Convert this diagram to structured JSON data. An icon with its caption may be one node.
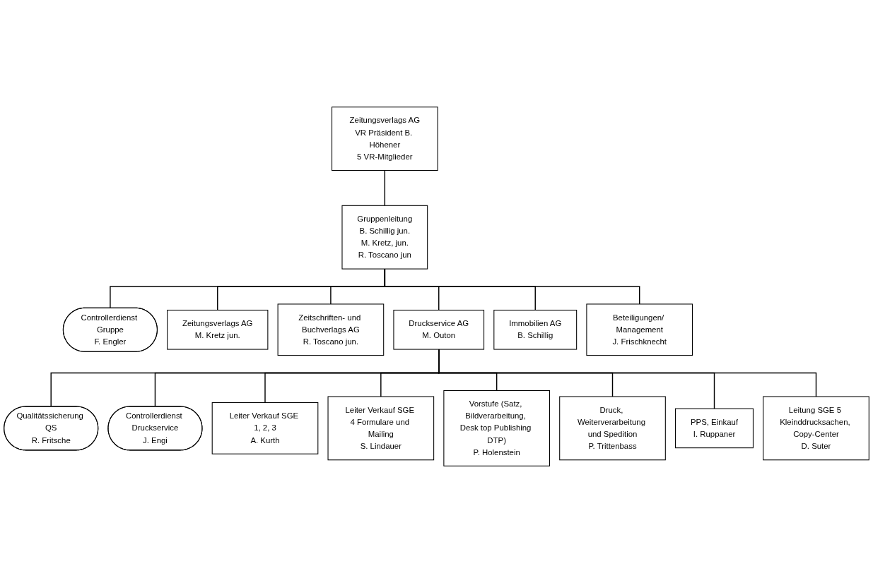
{
  "diagram": {
    "nodes": [
      {
        "text": [
          "Zeitungsverlags AG",
          "VR Präsident B. Höhener",
          "5 VR-Mitglieder"
        ]
      },
      {
        "text": [
          "Gruppenleitung",
          "B. Schillig jun.",
          "M. Kretz, jun.",
          "R. Toscano jun"
        ]
      },
      {
        "text": [
          "Controllerdienst Gruppe",
          "F. Engler"
        ]
      },
      {
        "text": [
          "Zeitungsverlags AG",
          "M. Kretz jun."
        ]
      },
      {
        "text": [
          "Zeitschriften- und Buchverlags AG",
          "R. Toscano jun."
        ]
      },
      {
        "text": [
          "Druckservice AG",
          "M. Outon"
        ]
      },
      {
        "text": [
          "Immobilien AG",
          "B. Schillig"
        ]
      },
      {
        "text": [
          "Beteiligungen/ Management",
          "J. Frischknecht"
        ]
      },
      {
        "text": [
          "Qualitätssicherung QS",
          "R. Fritsche"
        ]
      },
      {
        "text": [
          "Controllerdienst Druckservice",
          "J. Engi"
        ]
      },
      {
        "text": [
          "Leiter Verkauf SGE 1, 2, 3",
          "A. Kurth"
        ]
      },
      {
        "text": [
          "Leiter Verkauf SGE 4 Formulare und Mailing",
          "S. Lindauer"
        ]
      },
      {
        "text": [
          "Vorstufe (Satz, Bildverarbeitung, Desk top Publishing DTP)",
          "P. Holenstein"
        ]
      },
      {
        "text": [
          "Druck, Weiterverarbeitung und Spedition",
          "P. Trittenbass"
        ]
      },
      {
        "text": [
          "PPS, Einkauf",
          "I. Ruppaner"
        ]
      },
      {
        "text": [
          "Leitung SGE 5 Kleinddrucksachen, Copy-Center",
          "D. Suter"
        ]
      }
    ],
    "edges": [
      {
        "from": 0,
        "to": 1,
        "arrow": "none"
      },
      {
        "from": 1,
        "to": 2,
        "arrow": "none"
      },
      {
        "from": 1,
        "to": 3,
        "arrow": "none"
      },
      {
        "from": 1,
        "to": 4,
        "arrow": "none"
      },
      {
        "from": 1,
        "to": 5,
        "arrow": "none"
      },
      {
        "from": 1,
        "to": 6,
        "arrow": "none"
      },
      {
        "from": 1,
        "to": 7,
        "arrow": "none"
      },
      {
        "from": 5,
        "to": 8,
        "arrow": "none"
      },
      {
        "from": 5,
        "to": 9,
        "arrow": "none"
      },
      {
        "from": 5,
        "to": 10,
        "arrow": "none"
      },
      {
        "from": 5,
        "to": 11,
        "arrow": "none"
      },
      {
        "from": 5,
        "to": 12,
        "arrow": "none"
      },
      {
        "from": 5,
        "to": 13,
        "arrow": "none"
      },
      {
        "from": 5,
        "to": 14,
        "arrow": "none"
      },
      {
        "from": 5,
        "to": 15,
        "arrow": "none"
      }
    ]
  }
}
